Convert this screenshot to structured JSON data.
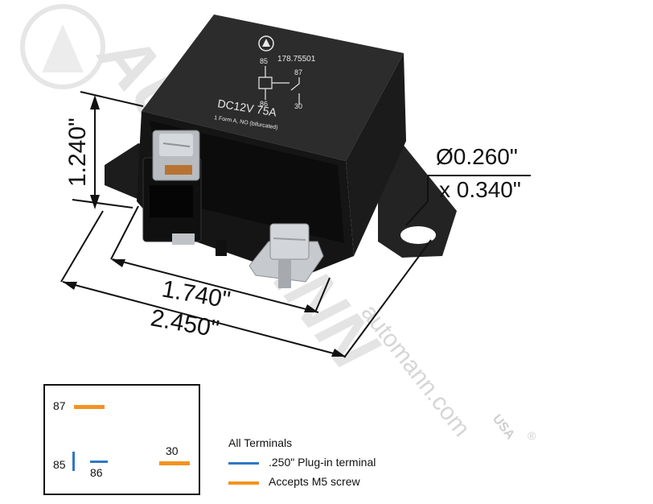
{
  "colors": {
    "plug_in": "#2f78c4",
    "m5_screw": "#f39321",
    "relay_body": "#2b2b2b",
    "watermark": "#e3e3e3"
  },
  "watermark": {
    "brand": "AUTOMANN",
    "url": "automann.com",
    "suffix": "USA",
    "registered": "®"
  },
  "relay_label": {
    "part_number": "178.75501",
    "terminal_top_left": "85",
    "terminal_top_right": "87",
    "terminal_bottom_left": "86",
    "terminal_bottom_right": "30",
    "rating": "DC12V 75A",
    "form": "1 Form A, NO (bifurcated)"
  },
  "dimensions": {
    "height": "1.240\"",
    "hole_diameter": "Ø0.260\"",
    "hole_length": "x 0.340\"",
    "inner_width": "1.740\"",
    "overall_width": "2.450\""
  },
  "pin_diagram": {
    "pin_87": "87",
    "pin_85": "85",
    "pin_86": "86",
    "pin_30": "30"
  },
  "legend": {
    "title": "All Terminals",
    "plug_in": ".250\" Plug-in terminal",
    "m5_screw": "Accepts M5 screw"
  }
}
